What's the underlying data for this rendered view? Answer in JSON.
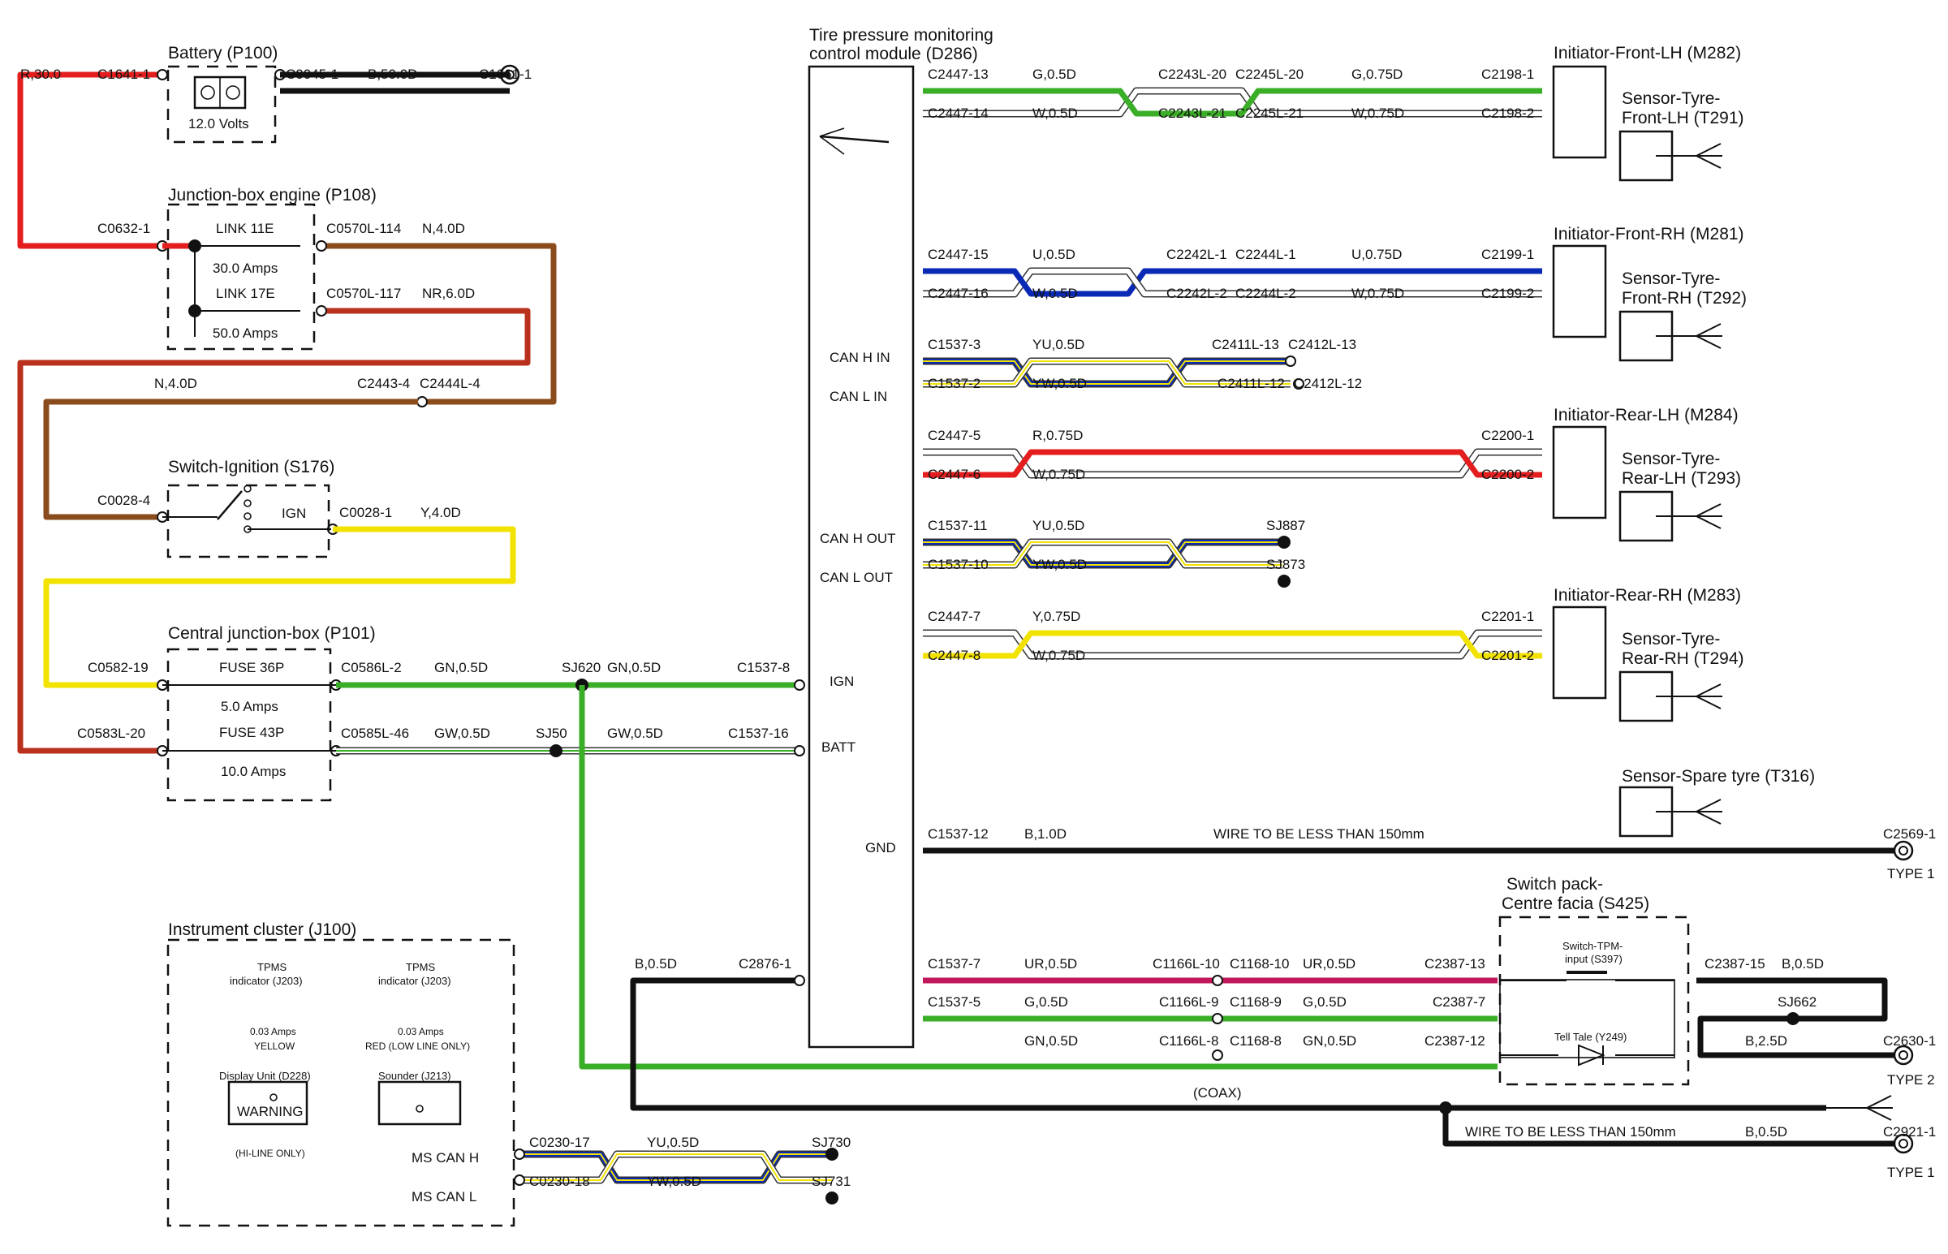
{
  "colors": {
    "R": "#e41e1e",
    "B": "#111111",
    "N": "#8a4b1d",
    "NR": "#b9301c",
    "Y": "#f2e200",
    "G": "#3aae27",
    "W": "#ffffff",
    "U": "#0a2ab5",
    "GN": "#3aae27",
    "UR": "#c2185b"
  },
  "components": [
    {
      "key": "battery",
      "name": "Battery (P100)"
    },
    {
      "key": "battery_volts",
      "name": "12.0 Volts"
    },
    {
      "key": "jbe",
      "name": "Junction-box engine (P108)"
    },
    {
      "key": "link11e",
      "name": "LINK 11E"
    },
    {
      "key": "link11e_amps",
      "name": "30.0 Amps"
    },
    {
      "key": "link17e",
      "name": "LINK 17E"
    },
    {
      "key": "link17e_amps",
      "name": "50.0 Amps"
    },
    {
      "key": "ign_switch",
      "name": "Switch-Ignition (S176)"
    },
    {
      "key": "ign_pos",
      "name": "IGN"
    },
    {
      "key": "cjb",
      "name": "Central junction-box (P101)"
    },
    {
      "key": "fuse36p",
      "name": "FUSE 36P"
    },
    {
      "key": "fuse36p_amps",
      "name": "5.0 Amps"
    },
    {
      "key": "fuse43p",
      "name": "FUSE 43P"
    },
    {
      "key": "fuse43p_amps",
      "name": "10.0 Amps"
    },
    {
      "key": "tpms1",
      "name": "Tire pressure monitoring"
    },
    {
      "key": "tpms2",
      "name": "control module (D286)"
    },
    {
      "key": "canhin",
      "name": "CAN H IN"
    },
    {
      "key": "canlin",
      "name": "CAN L IN"
    },
    {
      "key": "canhout",
      "name": "CAN H OUT"
    },
    {
      "key": "canlout",
      "name": "CAN L OUT"
    },
    {
      "key": "pin_ign",
      "name": "IGN"
    },
    {
      "key": "pin_batt",
      "name": "BATT"
    },
    {
      "key": "pin_gnd",
      "name": "GND"
    },
    {
      "key": "init_flh",
      "name": "Initiator-Front-LH (M282)"
    },
    {
      "key": "sens_flh1",
      "name": "Sensor-Tyre-"
    },
    {
      "key": "sens_flh2",
      "name": "Front-LH (T291)"
    },
    {
      "key": "init_frh",
      "name": "Initiator-Front-RH (M281)"
    },
    {
      "key": "sens_frh1",
      "name": "Sensor-Tyre-"
    },
    {
      "key": "sens_frh2",
      "name": "Front-RH (T292)"
    },
    {
      "key": "init_rlh",
      "name": "Initiator-Rear-LH (M284)"
    },
    {
      "key": "sens_rlh1",
      "name": "Sensor-Tyre-"
    },
    {
      "key": "sens_rlh2",
      "name": "Rear-LH (T293)"
    },
    {
      "key": "init_rrh",
      "name": "Initiator-Rear-RH (M283)"
    },
    {
      "key": "sens_rrh1",
      "name": "Sensor-Tyre-"
    },
    {
      "key": "sens_rrh2",
      "name": "Rear-RH (T294)"
    },
    {
      "key": "sens_spare",
      "name": "Sensor-Spare tyre (T316)"
    },
    {
      "key": "switchpack1",
      "name": "Switch pack-"
    },
    {
      "key": "switchpack2",
      "name": "Centre facia (S425)"
    },
    {
      "key": "swtpm1",
      "name": "Switch-TPM-"
    },
    {
      "key": "swtpm2",
      "name": "input (S397)"
    },
    {
      "key": "telltale",
      "name": "Tell Tale (Y249)"
    },
    {
      "key": "ic",
      "name": "Instrument cluster (J100)"
    },
    {
      "key": "ind1a",
      "name": "TPMS"
    },
    {
      "key": "ind1b",
      "name": "indicator (J203)"
    },
    {
      "key": "ind1amps",
      "name": "0.03 Amps"
    },
    {
      "key": "ind1col",
      "name": "YELLOW"
    },
    {
      "key": "ind2a",
      "name": "TPMS"
    },
    {
      "key": "ind2b",
      "name": "indicator (J203)"
    },
    {
      "key": "ind2amps",
      "name": "0.03 Amps"
    },
    {
      "key": "ind2col",
      "name": "RED (LOW LINE ONLY)"
    },
    {
      "key": "display",
      "name": "Display Unit (D228)"
    },
    {
      "key": "warning",
      "name": "WARNING"
    },
    {
      "key": "hiline",
      "name": "(HI-LINE ONLY)"
    },
    {
      "key": "sounder",
      "name": "Sounder (J213)"
    },
    {
      "key": "mscanh",
      "name": "MS CAN H"
    },
    {
      "key": "mscanl",
      "name": "MS CAN L"
    }
  ],
  "labels": [
    {
      "key": "l1",
      "text": "R,30.0"
    },
    {
      "key": "l2",
      "text": "C1641-1"
    },
    {
      "key": "l3",
      "text": "C0045-1"
    },
    {
      "key": "l4",
      "text": "B,50.0D"
    },
    {
      "key": "l5",
      "text": "C1661-1"
    },
    {
      "key": "l6",
      "text": "C0632-1"
    },
    {
      "key": "l7",
      "text": "C0570L-114"
    },
    {
      "key": "l8",
      "text": "N,4.0D"
    },
    {
      "key": "l9",
      "text": "C0570L-117"
    },
    {
      "key": "l10",
      "text": "NR,6.0D"
    },
    {
      "key": "l11",
      "text": "N,4.0D"
    },
    {
      "key": "l12",
      "text": "C2443-4"
    },
    {
      "key": "l13",
      "text": "C2444L-4"
    },
    {
      "key": "l14",
      "text": "C0028-4"
    },
    {
      "key": "l15",
      "text": "C0028-1"
    },
    {
      "key": "l16",
      "text": "Y,4.0D"
    },
    {
      "key": "l17",
      "text": "C0582-19"
    },
    {
      "key": "l18",
      "text": "C0586L-2"
    },
    {
      "key": "l19",
      "text": "GN,0.5D"
    },
    {
      "key": "l20",
      "text": "SJ620"
    },
    {
      "key": "l21",
      "text": "GN,0.5D"
    },
    {
      "key": "l22",
      "text": "C1537-8"
    },
    {
      "key": "l23",
      "text": "C0583L-20"
    },
    {
      "key": "l24",
      "text": "C0585L-46"
    },
    {
      "key": "l25",
      "text": "GW,0.5D"
    },
    {
      "key": "l26",
      "text": "SJ50"
    },
    {
      "key": "l27",
      "text": "GW,0.5D"
    },
    {
      "key": "l28",
      "text": "C1537-16"
    },
    {
      "key": "l29",
      "text": "C2447-13"
    },
    {
      "key": "l30",
      "text": "G,0.5D"
    },
    {
      "key": "l31",
      "text": "C2243L-20"
    },
    {
      "key": "l32",
      "text": "C2245L-20"
    },
    {
      "key": "l33",
      "text": "G,0.75D"
    },
    {
      "key": "l34",
      "text": "C2198-1"
    },
    {
      "key": "l35",
      "text": "C2447-14"
    },
    {
      "key": "l36",
      "text": "W,0.5D"
    },
    {
      "key": "l37",
      "text": "C2243L-21"
    },
    {
      "key": "l38",
      "text": "C2245L-21"
    },
    {
      "key": "l39",
      "text": "W,0.75D"
    },
    {
      "key": "l40",
      "text": "C2198-2"
    },
    {
      "key": "l41",
      "text": "C2447-15"
    },
    {
      "key": "l42",
      "text": "U,0.5D"
    },
    {
      "key": "l43",
      "text": "C2242L-1"
    },
    {
      "key": "l44",
      "text": "C2244L-1"
    },
    {
      "key": "l45",
      "text": "U,0.75D"
    },
    {
      "key": "l46",
      "text": "C2199-1"
    },
    {
      "key": "l47",
      "text": "C2447-16"
    },
    {
      "key": "l48",
      "text": "W,0.5D"
    },
    {
      "key": "l49",
      "text": "C2242L-2"
    },
    {
      "key": "l50",
      "text": "C2244L-2"
    },
    {
      "key": "l51",
      "text": "W,0.75D"
    },
    {
      "key": "l52",
      "text": "C2199-2"
    },
    {
      "key": "l53",
      "text": "C1537-3"
    },
    {
      "key": "l54",
      "text": "YU,0.5D"
    },
    {
      "key": "l55",
      "text": "C2411L-13"
    },
    {
      "key": "l56",
      "text": "C2412L-13"
    },
    {
      "key": "l57",
      "text": "C1537-2"
    },
    {
      "key": "l58",
      "text": "YW,0.5D"
    },
    {
      "key": "l59",
      "text": "C2411L-12"
    },
    {
      "key": "l60",
      "text": "C2412L-12"
    },
    {
      "key": "l61",
      "text": "C2447-5"
    },
    {
      "key": "l62",
      "text": "R,0.75D"
    },
    {
      "key": "l63",
      "text": "C2200-1"
    },
    {
      "key": "l64",
      "text": "C2447-6"
    },
    {
      "key": "l65",
      "text": "W,0.75D"
    },
    {
      "key": "l66",
      "text": "C2200-2"
    },
    {
      "key": "l67",
      "text": "C1537-11"
    },
    {
      "key": "l68",
      "text": "YU,0.5D"
    },
    {
      "key": "l69",
      "text": "SJ887"
    },
    {
      "key": "l70",
      "text": "C1537-10"
    },
    {
      "key": "l71",
      "text": "YW,0.5D"
    },
    {
      "key": "l72",
      "text": "SJ873"
    },
    {
      "key": "l73",
      "text": "C2447-7"
    },
    {
      "key": "l74",
      "text": "Y,0.75D"
    },
    {
      "key": "l75",
      "text": "C2201-1"
    },
    {
      "key": "l76",
      "text": "C2447-8"
    },
    {
      "key": "l77",
      "text": "W,0.75D"
    },
    {
      "key": "l78",
      "text": "C2201-2"
    },
    {
      "key": "l79",
      "text": "C1537-12"
    },
    {
      "key": "l80",
      "text": "B,1.0D"
    },
    {
      "key": "l81",
      "text": "WIRE TO BE LESS THAN 150mm"
    },
    {
      "key": "l82",
      "text": "C2569-1"
    },
    {
      "key": "l83",
      "text": "TYPE 1"
    },
    {
      "key": "l84",
      "text": "B,0.5D"
    },
    {
      "key": "l85",
      "text": "C2876-1"
    },
    {
      "key": "l86",
      "text": "C1537-7"
    },
    {
      "key": "l87",
      "text": "UR,0.5D"
    },
    {
      "key": "l88",
      "text": "C1166L-10"
    },
    {
      "key": "l89",
      "text": "C1168-10"
    },
    {
      "key": "l90",
      "text": "UR,0.5D"
    },
    {
      "key": "l91",
      "text": "C2387-13"
    },
    {
      "key": "l92",
      "text": "C2387-15"
    },
    {
      "key": "l93",
      "text": "B,0.5D"
    },
    {
      "key": "l94",
      "text": "C1537-5"
    },
    {
      "key": "l95",
      "text": "G,0.5D"
    },
    {
      "key": "l96",
      "text": "C1166L-9"
    },
    {
      "key": "l97",
      "text": "C1168-9"
    },
    {
      "key": "l98",
      "text": "G,0.5D"
    },
    {
      "key": "l99",
      "text": "C2387-7"
    },
    {
      "key": "l100",
      "text": "SJ662"
    },
    {
      "key": "l101",
      "text": "B,2.5D"
    },
    {
      "key": "l102",
      "text": "C2630-1"
    },
    {
      "key": "l103",
      "text": "TYPE 2"
    },
    {
      "key": "l104",
      "text": "GN,0.5D"
    },
    {
      "key": "l105",
      "text": "C1166L-8"
    },
    {
      "key": "l106",
      "text": "C1168-8"
    },
    {
      "key": "l107",
      "text": "GN,0.5D"
    },
    {
      "key": "l108",
      "text": "C2387-12"
    },
    {
      "key": "l109",
      "text": "(COAX)"
    },
    {
      "key": "l110",
      "text": "WIRE TO BE LESS THAN 150mm"
    },
    {
      "key": "l111",
      "text": "B,0.5D"
    },
    {
      "key": "l112",
      "text": "C2921-1"
    },
    {
      "key": "l113",
      "text": "TYPE 1"
    },
    {
      "key": "l114",
      "text": "C0230-17"
    },
    {
      "key": "l115",
      "text": "YU,0.5D"
    },
    {
      "key": "l116",
      "text": "SJ730"
    },
    {
      "key": "l117",
      "text": "C0230-18"
    },
    {
      "key": "l118",
      "text": "YW,0.5D"
    },
    {
      "key": "l119",
      "text": "SJ731"
    }
  ]
}
